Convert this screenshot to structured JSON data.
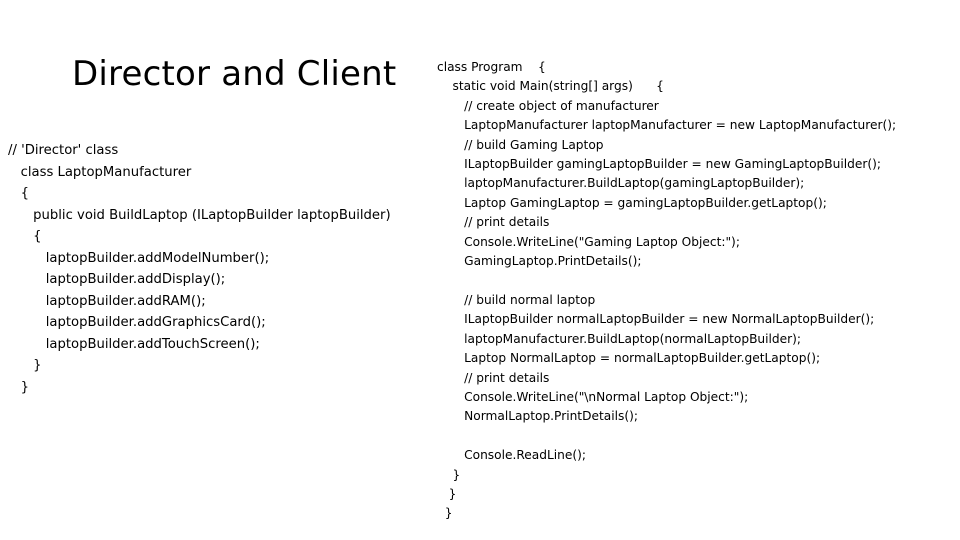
{
  "slide": {
    "title": "Director and Client",
    "background_color": "#ffffff",
    "text_color": "#000000"
  },
  "code_left": {
    "name": "director-class-code",
    "language": "csharp",
    "lines": [
      "// 'Director' class",
      "   class LaptopManufacturer",
      "   {",
      "      public void BuildLaptop (ILaptopBuilder laptopBuilder)",
      "      {",
      "         laptopBuilder.addModelNumber();",
      "         laptopBuilder.addDisplay();",
      "         laptopBuilder.addRAM();",
      "         laptopBuilder.addGraphicsCard();",
      "         laptopBuilder.addTouchScreen();",
      "      }",
      "   }"
    ]
  },
  "code_right": {
    "name": "client-program-code",
    "language": "csharp",
    "lines": [
      "class Program    {",
      "    static void Main(string[] args)      {",
      "       // create object of manufacturer",
      "       LaptopManufacturer laptopManufacturer = new LaptopManufacturer();",
      "       // build Gaming Laptop",
      "       ILaptopBuilder gamingLaptopBuilder = new GamingLaptopBuilder();",
      "       laptopManufacturer.BuildLaptop(gamingLaptopBuilder);",
      "       Laptop GamingLaptop = gamingLaptopBuilder.getLaptop();",
      "       // print details",
      "       Console.WriteLine(\"Gaming Laptop Object:\");",
      "       GamingLaptop.PrintDetails();",
      "",
      "       // build normal laptop",
      "       ILaptopBuilder normalLaptopBuilder = new NormalLaptopBuilder();",
      "       laptopManufacturer.BuildLaptop(normalLaptopBuilder);",
      "       Laptop NormalLaptop = normalLaptopBuilder.getLaptop();",
      "       // print details",
      "       Console.WriteLine(\"\\nNormal Laptop Object:\");",
      "       NormalLaptop.PrintDetails();",
      "",
      "       Console.ReadLine();",
      "    }",
      "   }",
      "  }"
    ]
  }
}
